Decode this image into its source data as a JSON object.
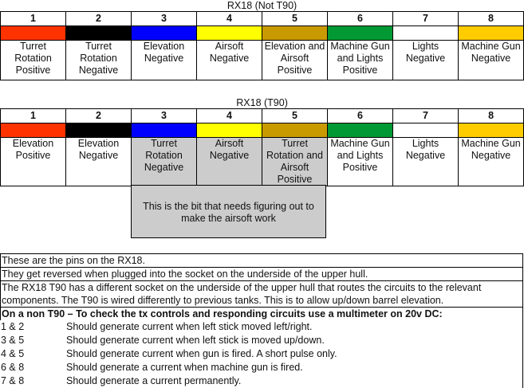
{
  "table1": {
    "title": "RX18 (Not T90)",
    "pins": [
      {
        "num": "1",
        "color": "#ff3300",
        "label": "Turret Rotation Positive"
      },
      {
        "num": "2",
        "color": "#000000",
        "label": "Turret Rotation Negative"
      },
      {
        "num": "3",
        "color": "#0000ff",
        "label": "Elevation Negative"
      },
      {
        "num": "4",
        "color": "#ffff00",
        "label": "Airsoft Negative"
      },
      {
        "num": "5",
        "color": "#c99a00",
        "label": "Elevation and Airsoft Positive"
      },
      {
        "num": "6",
        "color": "#009933",
        "label": "Machine Gun and Lights Positive"
      },
      {
        "num": "7",
        "color": "#ffffff",
        "label": "Lights Negative"
      },
      {
        "num": "8",
        "color": "#ffcc00",
        "label": "Machine Gun Negative"
      }
    ]
  },
  "table2": {
    "title": "RX18 (T90)",
    "pins": [
      {
        "num": "1",
        "color": "#ff3300",
        "label": "Elevation Positive"
      },
      {
        "num": "2",
        "color": "#000000",
        "label": "Elevation Negative"
      },
      {
        "num": "3",
        "color": "#0000ff",
        "label": "Turret Rotation Negative"
      },
      {
        "num": "4",
        "color": "#ffff00",
        "label": "Airsoft Negative"
      },
      {
        "num": "5",
        "color": "#c99a00",
        "label": "Turret Rotation and Airsoft Positive"
      },
      {
        "num": "6",
        "color": "#009933",
        "label": "Machine Gun and Lights Positive"
      },
      {
        "num": "7",
        "color": "#ffffff",
        "label": "Lights Negative"
      },
      {
        "num": "8",
        "color": "#ffcc00",
        "label": "Machine Gun Negative"
      }
    ]
  },
  "note": "This is the bit that needs figuring out to make the airsoft work",
  "notes": [
    "These are the pins on the RX18.",
    "They get reversed when plugged into the socket on the underside of the upper hull.",
    "The RX18 T90 has a different socket on the underside of the upper hull that routes the circuits to the relevant components. The T90 is wired differently to previous tanks. This is to allow up/down barrel elevation."
  ],
  "heading": "On a non T90 – To check the tx controls and responding circuits use a multimeter on 20v DC:",
  "checks": [
    {
      "pins": "1 & 2",
      "text": "Should generate current when left stick moved left/right."
    },
    {
      "pins": "3 & 5",
      "text": "Should generate current when left stick is moved up/down."
    },
    {
      "pins": "4 & 5",
      "text": "Should generate current when gun is fired. A short pulse only."
    },
    {
      "pins": "6 & 8",
      "text": "Should generate a current when machine gun is fired."
    },
    {
      "pins": "7 & 8",
      "text": "Should generate a current permanently."
    }
  ]
}
